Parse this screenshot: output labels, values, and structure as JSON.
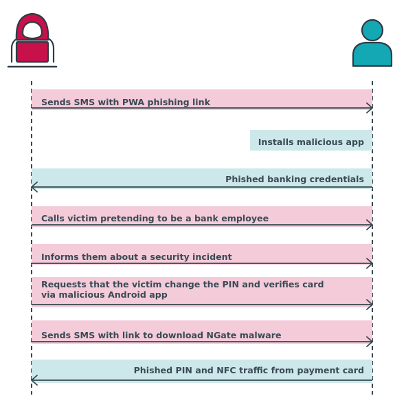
{
  "colors": {
    "attacker_band": "#f4cbd9",
    "victim_band": "#cde8ea",
    "arrow_line": "#37474f",
    "lifeline": "#37474f",
    "text": "#3a4a55",
    "attacker_hood": "#c8104b",
    "victim_figure": "#14a8b4",
    "outline": "#2f3b45"
  },
  "actors": {
    "attacker": {
      "icon": "hooded-hacker-laptop-icon"
    },
    "victim": {
      "icon": "person-icon"
    }
  },
  "messages": [
    {
      "text": "Sends SMS with PWA phishing link",
      "direction": "to-victim"
    },
    {
      "text": "Installs malicious app",
      "direction": "self-victim"
    },
    {
      "text": "Phished banking credentials",
      "direction": "to-attacker"
    },
    {
      "text": "Calls victim pretending to be a bank employee",
      "direction": "to-victim"
    },
    {
      "text": "Informs them about a security incident",
      "direction": "to-victim"
    },
    {
      "lines": [
        "Requests that the victim change the PIN and verifies card",
        "via malicious Android app"
      ],
      "direction": "to-victim"
    },
    {
      "text": "Sends SMS with link to download NGate malware",
      "direction": "to-victim"
    },
    {
      "text": "Phished PIN and NFC traffic from payment card",
      "direction": "to-attacker"
    }
  ]
}
